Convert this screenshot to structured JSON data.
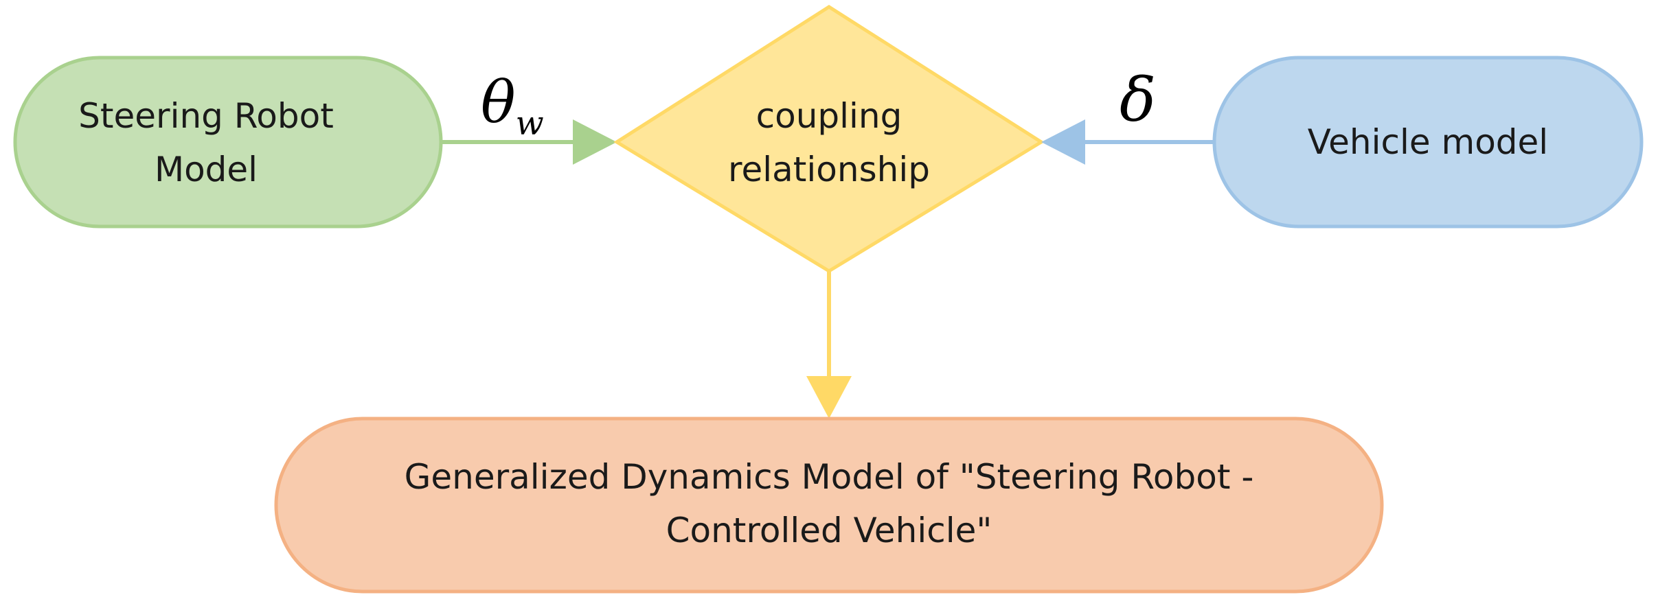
{
  "nodes": {
    "steering_robot": {
      "lines": [
        "Steering Robot",
        "Model"
      ],
      "fill": "#c5e0b4",
      "stroke": "#a9d18e"
    },
    "coupling": {
      "lines": [
        "coupling",
        "relationship"
      ],
      "fill": "#ffe699",
      "stroke": "#ffd966"
    },
    "vehicle": {
      "lines": [
        "Vehicle model"
      ],
      "fill": "#bdd7ee",
      "stroke": "#9dc3e6"
    },
    "generalized": {
      "lines": [
        "Generalized Dynamics Model of \"Steering Robot -",
        "Controlled Vehicle\""
      ],
      "fill": "#f8cbad",
      "stroke": "#f4b183"
    }
  },
  "edges": {
    "theta_w": {
      "symbol": "θ",
      "subscript": "w",
      "color": "#a9d18e"
    },
    "delta": {
      "symbol": "δ",
      "color": "#9dc3e6"
    },
    "output": {
      "color": "#ffd966"
    }
  }
}
